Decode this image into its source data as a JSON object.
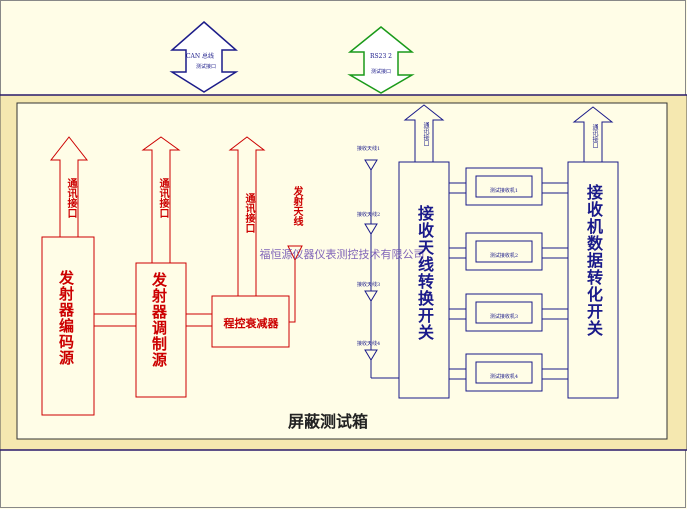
{
  "top_connectors": [
    {
      "title": "CAN 总线",
      "subtitle": "测试接口",
      "color": "#1c1c8a"
    },
    {
      "title": "RS23 2",
      "subtitle": "测试接口",
      "color": "#1a9a1a"
    }
  ],
  "box_label": "屏蔽测试箱",
  "watermark": "福恒源仪器仪表测控技术有限公司",
  "transmitter": {
    "encoder": "发射器编码源",
    "modulator": "发射器调制源",
    "attenuator": "程控衰减器",
    "comm_port": "通讯接口",
    "tx_antenna": "发射天线",
    "color": "#cc0000"
  },
  "receiver": {
    "antenna_switch": "接收天线转换开关",
    "data_switch": "接收机数据转化开关",
    "comm_port": "通讯接口",
    "antennas": [
      "接收天线1",
      "接收天线2",
      "接收天线3",
      "接收天线4"
    ],
    "units": [
      "测试接收机1",
      "测试接收机2",
      "测试接收机3",
      "测试接收机4"
    ],
    "color": "#1a1a8a"
  }
}
